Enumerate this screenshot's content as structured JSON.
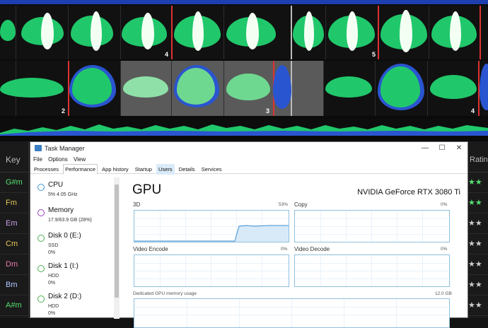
{
  "waveform": {
    "deck_a_bar_numbers": [
      "4",
      "5"
    ],
    "deck_b_bar_numbers": [
      "2",
      "3",
      "4"
    ]
  },
  "tracklist": {
    "key_header": "Key",
    "keys": [
      {
        "label": "G#m",
        "color": "#55e070"
      },
      {
        "label": "Fm",
        "color": "#e8c85a"
      },
      {
        "label": "Em",
        "color": "#c8a0e8"
      },
      {
        "label": "Cm",
        "color": "#e8c85a"
      },
      {
        "label": "Dm",
        "color": "#e87ab0"
      },
      {
        "label": "Bm",
        "color": "#b0c8ff"
      },
      {
        "label": "A#m",
        "color": "#55e070"
      }
    ],
    "rating_header": "Rating",
    "ratings": [
      "★★",
      "★★",
      "★★",
      "★★",
      "★★",
      "★★",
      "★★"
    ],
    "rating_colors": [
      "#55e070",
      "#55e070",
      "#cccccc",
      "#cccccc",
      "#cccccc",
      "#cccccc",
      "#cccccc"
    ]
  },
  "task_manager": {
    "title": "Task Manager",
    "minimize": "—",
    "maximize": "☐",
    "close": "✕",
    "menu": [
      "File",
      "Options",
      "View"
    ],
    "tabs": [
      "Processes",
      "Performance",
      "App history",
      "Startup",
      "Users",
      "Details",
      "Services"
    ],
    "active_tab": "Performance",
    "sidebar": [
      {
        "name": "CPU",
        "sub": [
          "5%  4.05 GHz"
        ],
        "ring_color": "#3c97d3"
      },
      {
        "name": "Memory",
        "sub": [
          "17.9/63.9 GB (28%)"
        ],
        "ring_color": "#9a3fc0"
      },
      {
        "name": "Disk 0 (E:)",
        "sub": [
          "SSD",
          "0%"
        ],
        "ring_color": "#4caf50"
      },
      {
        "name": "Disk 1 (I:)",
        "sub": [
          "HDD",
          "0%"
        ],
        "ring_color": "#4caf50"
      },
      {
        "name": "Disk 2 (D:)",
        "sub": [
          "HDD",
          "0%"
        ],
        "ring_color": "#4caf50"
      }
    ],
    "gpu": {
      "title": "GPU",
      "name": "NVIDIA GeForce RTX 3080 Ti",
      "graphs": [
        {
          "label": "3D",
          "pct": "53%"
        },
        {
          "label": "Copy",
          "pct": "0%"
        },
        {
          "label": "Video Encode",
          "pct": "0%"
        },
        {
          "label": "Video Decode",
          "pct": "0%"
        }
      ],
      "dedicated_label": "Dedicated GPU memory usage",
      "dedicated_max": "12.0 GB"
    }
  }
}
